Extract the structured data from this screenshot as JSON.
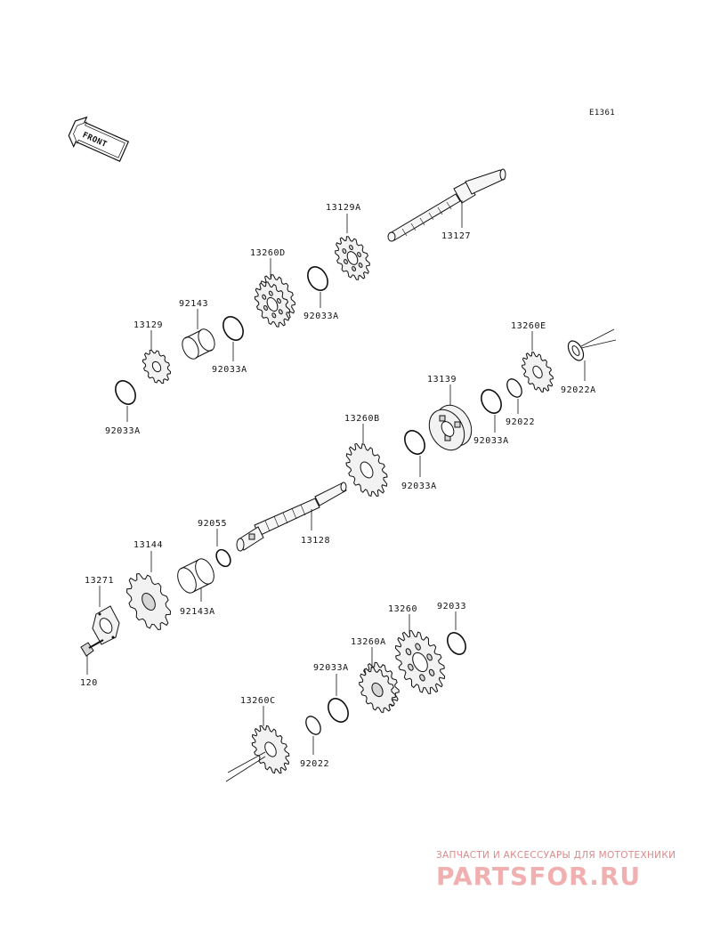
{
  "diagram_code": "E1361",
  "front_arrow_label": "FRONT",
  "watermark": {
    "tagline": "ЗАПЧАСТИ И АКСЕССУАРЫ ДЛЯ МОТОТЕХНИКИ",
    "brand": "PARTSFOR.RU"
  },
  "parts": {
    "p13127": "13127",
    "p13129A": "13129A",
    "p13260D": "13260D",
    "p92033A_1": "92033A",
    "p92143": "92143",
    "p13129": "13129",
    "p92033A_2": "92033A",
    "p92033A_3": "92033A",
    "p13260E": "13260E",
    "p92022A": "92022A",
    "p13139": "13139",
    "p92022_1": "92022",
    "p92033A_4": "92033A",
    "p13260B": "13260B",
    "p92033A_5": "92033A",
    "p92055": "92055",
    "p13128": "13128",
    "p13144": "13144",
    "p13271": "13271",
    "p92143A": "92143A",
    "p120": "120",
    "p13260": "13260",
    "p92033": "92033",
    "p13260A": "13260A",
    "p92033A_6": "92033A",
    "p13260C": "13260C",
    "p92022_2": "92022"
  }
}
